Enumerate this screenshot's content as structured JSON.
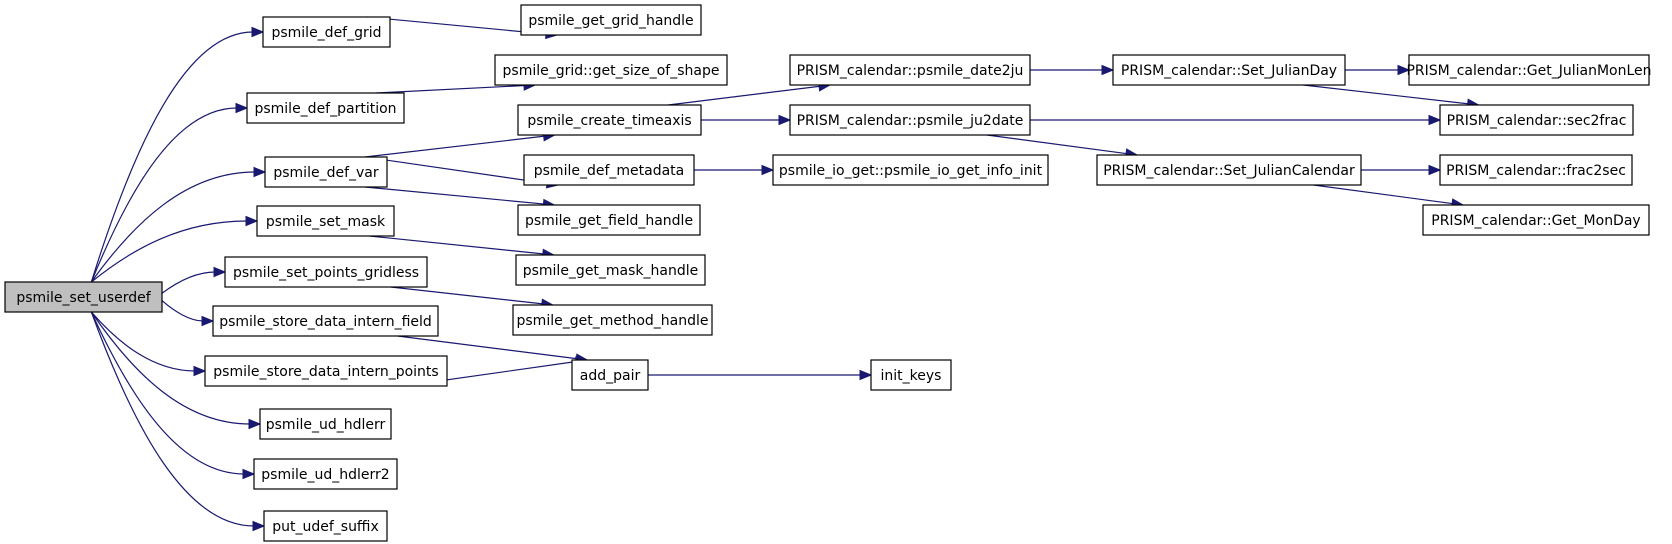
{
  "diagram": {
    "colors": {
      "edge": "#191970",
      "root_fill": "#bfbfbf",
      "node_fill": "#ffffff",
      "border": "#000000"
    },
    "nodes": [
      {
        "id": "n0",
        "label": "psmile_set_userdef",
        "root": true
      },
      {
        "id": "n1",
        "label": "psmile_def_grid"
      },
      {
        "id": "n2",
        "label": "psmile_def_partition"
      },
      {
        "id": "n3",
        "label": "psmile_def_var"
      },
      {
        "id": "n4",
        "label": "psmile_set_mask"
      },
      {
        "id": "n5",
        "label": "psmile_set_points_gridless"
      },
      {
        "id": "n6",
        "label": "psmile_store_data_intern_field"
      },
      {
        "id": "n7",
        "label": "psmile_store_data_intern_points"
      },
      {
        "id": "n8",
        "label": "psmile_ud_hdlerr"
      },
      {
        "id": "n9",
        "label": "psmile_ud_hdlerr2"
      },
      {
        "id": "n10",
        "label": "put_udef_suffix"
      },
      {
        "id": "n11",
        "label": "psmile_get_grid_handle"
      },
      {
        "id": "n12",
        "label": "psmile_grid::get_size_of_shape"
      },
      {
        "id": "n13",
        "label": "psmile_create_timeaxis"
      },
      {
        "id": "n14",
        "label": "psmile_def_metadata"
      },
      {
        "id": "n15",
        "label": "psmile_get_field_handle"
      },
      {
        "id": "n16",
        "label": "psmile_get_mask_handle"
      },
      {
        "id": "n17",
        "label": "psmile_get_method_handle"
      },
      {
        "id": "n18",
        "label": "add_pair"
      },
      {
        "id": "n19",
        "label": "PRISM_calendar::psmile_date2ju"
      },
      {
        "id": "n20",
        "label": "PRISM_calendar::psmile_ju2date"
      },
      {
        "id": "n21",
        "label": "psmile_io_get::psmile_io_get_info_init"
      },
      {
        "id": "n22",
        "label": "init_keys"
      },
      {
        "id": "n23",
        "label": "PRISM_calendar::Set_JulianDay"
      },
      {
        "id": "n24",
        "label": "PRISM_calendar::Set_JulianCalendar"
      },
      {
        "id": "n25",
        "label": "PRISM_calendar::Get_JulianMonLen"
      },
      {
        "id": "n26",
        "label": "PRISM_calendar::sec2frac"
      },
      {
        "id": "n27",
        "label": "PRISM_calendar::frac2sec"
      },
      {
        "id": "n28",
        "label": "PRISM_calendar::Get_MonDay"
      }
    ],
    "edges": [
      [
        "n0",
        "n1"
      ],
      [
        "n0",
        "n2"
      ],
      [
        "n0",
        "n3"
      ],
      [
        "n0",
        "n4"
      ],
      [
        "n0",
        "n5"
      ],
      [
        "n0",
        "n6"
      ],
      [
        "n0",
        "n7"
      ],
      [
        "n0",
        "n8"
      ],
      [
        "n0",
        "n9"
      ],
      [
        "n0",
        "n10"
      ],
      [
        "n1",
        "n11"
      ],
      [
        "n2",
        "n12"
      ],
      [
        "n3",
        "n13"
      ],
      [
        "n3",
        "n14"
      ],
      [
        "n3",
        "n15"
      ],
      [
        "n4",
        "n16"
      ],
      [
        "n5",
        "n17"
      ],
      [
        "n6",
        "n18"
      ],
      [
        "n7",
        "n18"
      ],
      [
        "n18",
        "n22"
      ],
      [
        "n13",
        "n19"
      ],
      [
        "n13",
        "n20"
      ],
      [
        "n14",
        "n21"
      ],
      [
        "n19",
        "n23"
      ],
      [
        "n20",
        "n26"
      ],
      [
        "n20",
        "n24"
      ],
      [
        "n23",
        "n25"
      ],
      [
        "n23",
        "n26"
      ],
      [
        "n24",
        "n27"
      ],
      [
        "n24",
        "n28"
      ]
    ]
  }
}
